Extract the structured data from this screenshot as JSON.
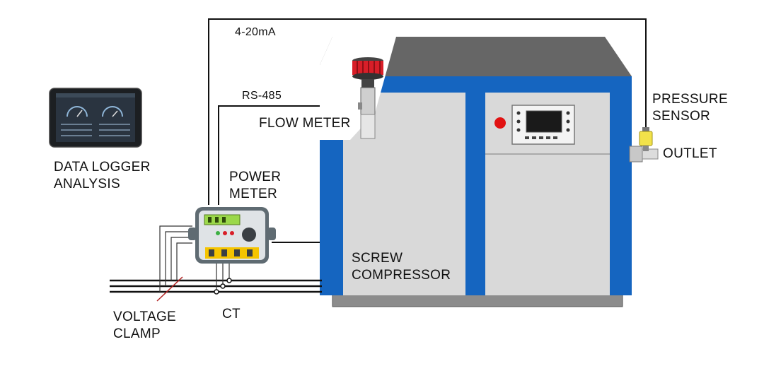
{
  "labels": {
    "signal_4_20ma": "4-20mA",
    "rs485": "RS-485",
    "flow_meter": "FLOW METER",
    "pressure_sensor_line1": "PRESSURE",
    "pressure_sensor_line2": "SENSOR",
    "outlet": "OUTLET",
    "data_logger_line1": "DATA LOGGER",
    "data_logger_line2": "ANALYSIS",
    "power_meter_line1": "POWER",
    "power_meter_line2": "METER",
    "compressor_line1": "SCREW",
    "compressor_line2": "COMPRESSOR",
    "voltage_clamp_line1": "VOLTAGE",
    "voltage_clamp_line2": "CLAMP",
    "ct": "CT"
  },
  "colors": {
    "cabinet_blue": "#1565c0",
    "cabinet_grey": "#d9d9d9",
    "roof_grey": "#666666",
    "power_meter_body": "#dfe3e6",
    "power_meter_display": "#9bd84a",
    "power_meter_terminals": "#f5c400",
    "indicator_red": "#e11212",
    "pressure_sensor_yellow": "#f2e24a",
    "filter_red": "#d81e28"
  },
  "icons": [
    "tablet-icon",
    "gauge-icon",
    "air-filter-icon",
    "flow-meter-icon",
    "pressure-sensor-icon",
    "power-meter-icon",
    "control-panel-icon"
  ]
}
